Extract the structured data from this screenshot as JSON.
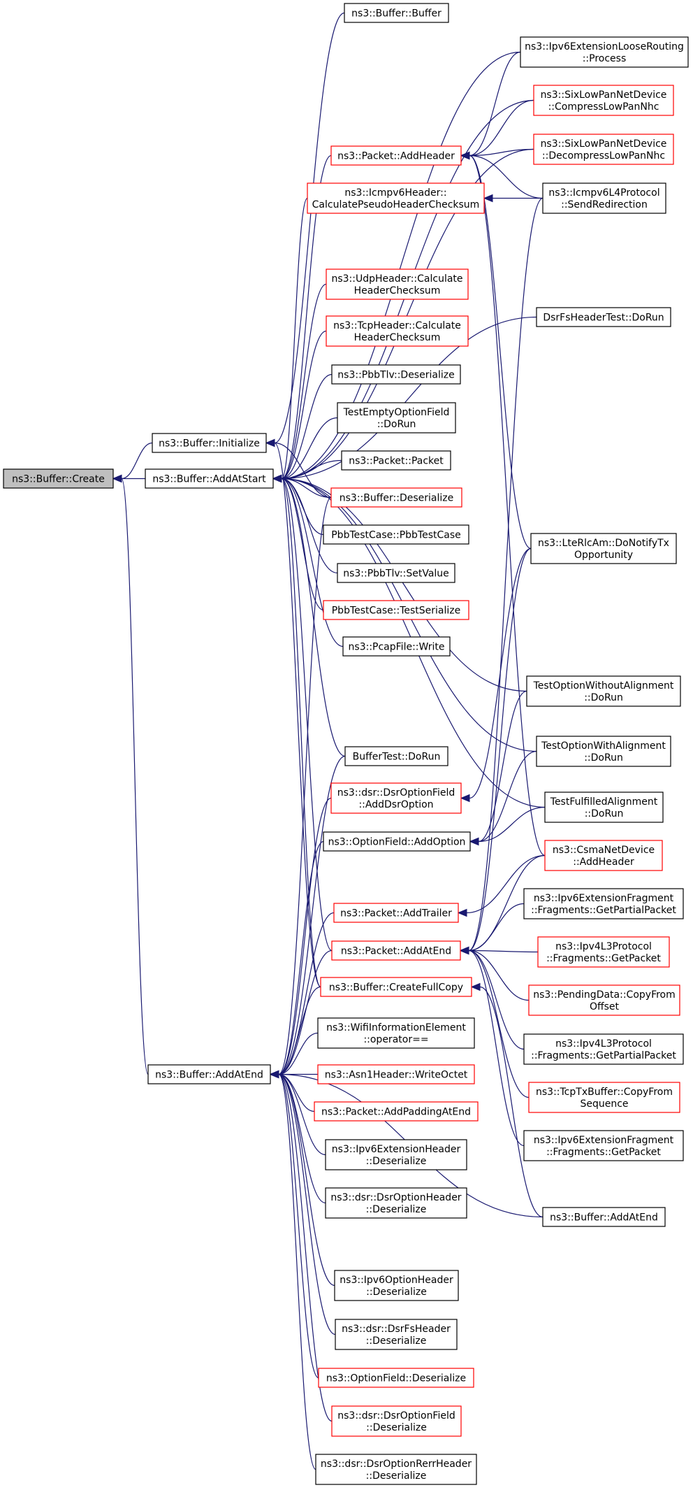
{
  "diagram_title": "",
  "colors": {
    "edge": "#191970",
    "border_default": "#000000",
    "border_undocumented": "#ff0000",
    "root_fill": "#bfbfbf"
  },
  "nodes": {
    "create": {
      "lines": [
        "ns3::Buffer::Create"
      ],
      "border": "black",
      "fill": "gray"
    },
    "initialize": {
      "lines": [
        "ns3::Buffer::Initialize"
      ],
      "border": "black"
    },
    "addAtStart": {
      "lines": [
        "ns3::Buffer::AddAtStart"
      ],
      "border": "black"
    },
    "addAtEndBuf": {
      "lines": [
        "ns3::Buffer::AddAtEnd"
      ],
      "border": "black"
    },
    "bufferBuffer": {
      "lines": [
        "ns3::Buffer::Buffer"
      ],
      "border": "black"
    },
    "ipv6LooseProc": {
      "lines": [
        "ns3::Ipv6ExtensionLooseRouting",
        "::Process"
      ],
      "border": "black"
    },
    "sixCompress": {
      "lines": [
        "ns3::SixLowPanNetDevice",
        "::CompressLowPanNhc"
      ],
      "border": "red"
    },
    "pktAddHeader": {
      "lines": [
        "ns3::Packet::AddHeader"
      ],
      "border": "red"
    },
    "sixDecompress": {
      "lines": [
        "ns3::SixLowPanNetDevice",
        "::DecompressLowPanNhc"
      ],
      "border": "red"
    },
    "icmpPseudo": {
      "lines": [
        "ns3::Icmpv6Header::",
        "CalculatePseudoHeaderChecksum"
      ],
      "border": "red"
    },
    "icmpL4Send": {
      "lines": [
        "ns3::Icmpv6L4Protocol",
        "::SendRedirection"
      ],
      "border": "black"
    },
    "udpCalc": {
      "lines": [
        "ns3::UdpHeader::Calculate",
        "HeaderChecksum"
      ],
      "border": "red"
    },
    "dsrFsTest": {
      "lines": [
        "DsrFsHeaderTest::DoRun"
      ],
      "border": "black"
    },
    "tcpCalc": {
      "lines": [
        "ns3::TcpHeader::Calculate",
        "HeaderChecksum"
      ],
      "border": "red"
    },
    "pbbTlvDeser": {
      "lines": [
        "ns3::PbbTlv::Deserialize"
      ],
      "border": "black"
    },
    "testEmptyOpt": {
      "lines": [
        "TestEmptyOptionField",
        "::DoRun"
      ],
      "border": "black"
    },
    "pktPacket": {
      "lines": [
        "ns3::Packet::Packet"
      ],
      "border": "black"
    },
    "bufDeser": {
      "lines": [
        "ns3::Buffer::Deserialize"
      ],
      "border": "red"
    },
    "pbbTestCase": {
      "lines": [
        "PbbTestCase::PbbTestCase"
      ],
      "border": "black"
    },
    "lteRlc": {
      "lines": [
        "ns3::LteRlcAm::DoNotifyTx",
        "Opportunity"
      ],
      "border": "black"
    },
    "pbbTlvSet": {
      "lines": [
        "ns3::PbbTlv::SetValue"
      ],
      "border": "black"
    },
    "pbbTestSer": {
      "lines": [
        "PbbTestCase::TestSerialize"
      ],
      "border": "red"
    },
    "pcapWrite": {
      "lines": [
        "ns3::PcapFile::Write"
      ],
      "border": "black"
    },
    "testOptNoAlign": {
      "lines": [
        "TestOptionWithoutAlignment",
        "::DoRun"
      ],
      "border": "black"
    },
    "testOptAlign": {
      "lines": [
        "TestOptionWithAlignment",
        "::DoRun"
      ],
      "border": "black"
    },
    "bufferTest": {
      "lines": [
        "BufferTest::DoRun"
      ],
      "border": "black"
    },
    "dsrAddOpt": {
      "lines": [
        "ns3::dsr::DsrOptionField",
        "::AddDsrOption"
      ],
      "border": "red"
    },
    "testFulfilled": {
      "lines": [
        "TestFulfilledAlignment",
        "::DoRun"
      ],
      "border": "black"
    },
    "optFieldAdd": {
      "lines": [
        "ns3::OptionField::AddOption"
      ],
      "border": "black"
    },
    "csmaAddHeader": {
      "lines": [
        "ns3::CsmaNetDevice",
        "::AddHeader"
      ],
      "border": "red"
    },
    "pktAddTrailer": {
      "lines": [
        "ns3::Packet::AddTrailer"
      ],
      "border": "red"
    },
    "ipv6FragPartial": {
      "lines": [
        "ns3::Ipv6ExtensionFragment",
        "::Fragments::GetPartialPacket"
      ],
      "border": "black"
    },
    "pktAddAtEnd": {
      "lines": [
        "ns3::Packet::AddAtEnd"
      ],
      "border": "red"
    },
    "ipv4FragGet": {
      "lines": [
        "ns3::Ipv4L3Protocol",
        "::Fragments::GetPacket"
      ],
      "border": "red"
    },
    "bufCreateFull": {
      "lines": [
        "ns3::Buffer::CreateFullCopy"
      ],
      "border": "red"
    },
    "pendingCopy": {
      "lines": [
        "ns3::PendingData::CopyFrom",
        "Offset"
      ],
      "border": "red"
    },
    "wifiInfoOp": {
      "lines": [
        "ns3::WifiInformationElement",
        "::operator=="
      ],
      "border": "black"
    },
    "ipv4FragPartial": {
      "lines": [
        "ns3::Ipv4L3Protocol",
        "::Fragments::GetPartialPacket"
      ],
      "border": "black"
    },
    "asn1Write": {
      "lines": [
        "ns3::Asn1Header::WriteOctet"
      ],
      "border": "red"
    },
    "tcpTxCopy": {
      "lines": [
        "ns3::TcpTxBuffer::CopyFrom",
        "Sequence"
      ],
      "border": "red"
    },
    "pktPadding": {
      "lines": [
        "ns3::Packet::AddPaddingAtEnd"
      ],
      "border": "red"
    },
    "ipv6ExtDeser": {
      "lines": [
        "ns3::Ipv6ExtensionHeader",
        "::Deserialize"
      ],
      "border": "black"
    },
    "ipv6FragGet": {
      "lines": [
        "ns3::Ipv6ExtensionFragment",
        "::Fragments::GetPacket"
      ],
      "border": "black"
    },
    "dsrOptHdrDeser": {
      "lines": [
        "ns3::dsr::DsrOptionHeader",
        "::Deserialize"
      ],
      "border": "black"
    },
    "bufAddAtEnd2": {
      "lines": [
        "ns3::Buffer::AddAtEnd"
      ],
      "border": "black"
    },
    "ipv6OptDeser": {
      "lines": [
        "ns3::Ipv6OptionHeader",
        "::Deserialize"
      ],
      "border": "black"
    },
    "dsrFsDeser": {
      "lines": [
        "ns3::dsr::DsrFsHeader",
        "::Deserialize"
      ],
      "border": "black"
    },
    "optFieldDeser": {
      "lines": [
        "ns3::OptionField::Deserialize"
      ],
      "border": "red"
    },
    "dsrOptFieldDeser": {
      "lines": [
        "ns3::dsr::DsrOptionField",
        "::Deserialize"
      ],
      "border": "red"
    },
    "dsrRerrDeser": {
      "lines": [
        "ns3::dsr::DsrOptionRerrHeader",
        "::Deserialize"
      ],
      "border": "black"
    }
  },
  "edges": [
    [
      "initialize",
      "create"
    ],
    [
      "addAtStart",
      "create"
    ],
    [
      "addAtEndBuf",
      "create"
    ],
    [
      "bufferBuffer",
      "initialize"
    ],
    [
      "bufDeser",
      "initialize"
    ],
    [
      "bufCreateFull",
      "initialize"
    ],
    [
      "ipv6LooseProc",
      "addAtStart"
    ],
    [
      "sixCompress",
      "addAtStart"
    ],
    [
      "pktAddHeader",
      "addAtStart"
    ],
    [
      "sixDecompress",
      "addAtStart"
    ],
    [
      "icmpPseudo",
      "addAtStart"
    ],
    [
      "udpCalc",
      "addAtStart"
    ],
    [
      "dsrFsTest",
      "addAtStart"
    ],
    [
      "tcpCalc",
      "addAtStart"
    ],
    [
      "pbbTlvDeser",
      "addAtStart"
    ],
    [
      "testEmptyOpt",
      "addAtStart"
    ],
    [
      "pktPacket",
      "addAtStart"
    ],
    [
      "bufDeser",
      "addAtStart"
    ],
    [
      "pbbTestCase",
      "addAtStart"
    ],
    [
      "pbbTlvSet",
      "addAtStart"
    ],
    [
      "pbbTestSer",
      "addAtStart"
    ],
    [
      "pcapWrite",
      "addAtStart"
    ],
    [
      "testOptNoAlign",
      "addAtStart"
    ],
    [
      "testOptAlign",
      "addAtStart"
    ],
    [
      "bufferTest",
      "addAtStart"
    ],
    [
      "testFulfilled",
      "addAtStart"
    ],
    [
      "pktAddAtEnd",
      "addAtStart"
    ],
    [
      "bufCreateFull",
      "addAtStart"
    ],
    [
      "ipv6LooseProc",
      "pktAddHeader"
    ],
    [
      "sixCompress",
      "pktAddHeader"
    ],
    [
      "sixDecompress",
      "pktAddHeader"
    ],
    [
      "icmpL4Send",
      "pktAddHeader"
    ],
    [
      "lteRlc",
      "pktAddHeader"
    ],
    [
      "csmaAddHeader",
      "pktAddHeader"
    ],
    [
      "icmpL4Send",
      "icmpPseudo"
    ],
    [
      "lteRlc",
      "dsrAddOpt"
    ],
    [
      "testOptNoAlign",
      "optFieldAdd"
    ],
    [
      "testOptAlign",
      "optFieldAdd"
    ],
    [
      "testFulfilled",
      "optFieldAdd"
    ],
    [
      "csmaAddHeader",
      "pktAddTrailer"
    ],
    [
      "ipv6FragPartial",
      "pktAddAtEnd"
    ],
    [
      "ipv4FragGet",
      "pktAddAtEnd"
    ],
    [
      "pendingCopy",
      "pktAddAtEnd"
    ],
    [
      "ipv4FragPartial",
      "pktAddAtEnd"
    ],
    [
      "tcpTxCopy",
      "pktAddAtEnd"
    ],
    [
      "ipv6FragGet",
      "pktAddAtEnd"
    ],
    [
      "csmaAddHeader",
      "pktAddAtEnd"
    ],
    [
      "icmpL4Send",
      "pktAddAtEnd"
    ],
    [
      "lteRlc",
      "pktAddAtEnd"
    ],
    [
      "bufAddAtEnd2",
      "bufCreateFull"
    ],
    [
      "bufDeser",
      "addAtEndBuf"
    ],
    [
      "bufferTest",
      "addAtEndBuf"
    ],
    [
      "dsrAddOpt",
      "addAtEndBuf"
    ],
    [
      "optFieldAdd",
      "addAtEndBuf"
    ],
    [
      "pktAddTrailer",
      "addAtEndBuf"
    ],
    [
      "pktAddAtEnd",
      "addAtEndBuf"
    ],
    [
      "bufCreateFull",
      "addAtEndBuf"
    ],
    [
      "wifiInfoOp",
      "addAtEndBuf"
    ],
    [
      "asn1Write",
      "addAtEndBuf"
    ],
    [
      "pktPadding",
      "addAtEndBuf"
    ],
    [
      "ipv6ExtDeser",
      "addAtEndBuf"
    ],
    [
      "dsrOptHdrDeser",
      "addAtEndBuf"
    ],
    [
      "bufAddAtEnd2",
      "addAtEndBuf"
    ],
    [
      "ipv6OptDeser",
      "addAtEndBuf"
    ],
    [
      "dsrFsDeser",
      "addAtEndBuf"
    ],
    [
      "optFieldDeser",
      "addAtEndBuf"
    ],
    [
      "dsrOptFieldDeser",
      "addAtEndBuf"
    ],
    [
      "dsrRerrDeser",
      "addAtEndBuf"
    ]
  ]
}
